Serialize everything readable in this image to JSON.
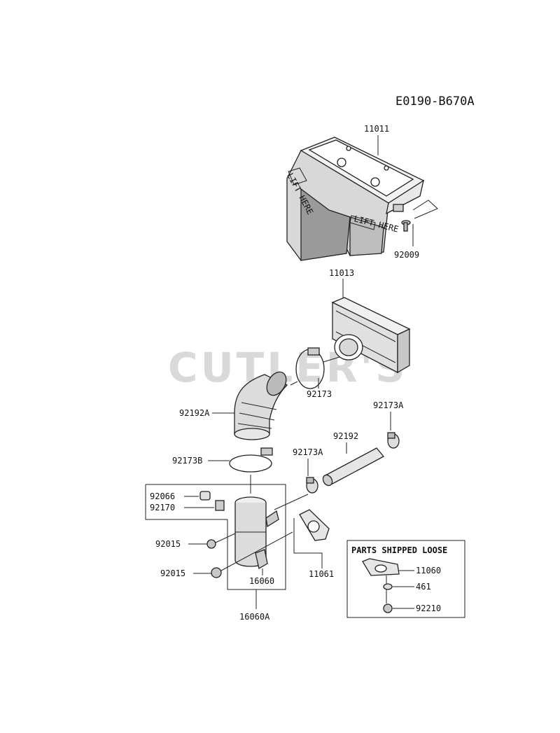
{
  "drawing_code": "E0190-B670A",
  "watermark": "CUTLER'S",
  "parts": {
    "p11011": "11011",
    "p92009": "92009",
    "p11013": "11013",
    "p92173": "92173",
    "p92192A": "92192A",
    "p92173A_right": "92173A",
    "p92192": "92192",
    "p92173A_left": "92173A",
    "p92173B": "92173B",
    "p92066": "92066",
    "p92170": "92170",
    "p92015_a": "92015",
    "p92015_b": "92015",
    "p16060": "16060",
    "p16060A": "16060A",
    "p11061": "11061"
  },
  "loose_box": {
    "title": "PARTS SHIPPED LOOSE",
    "p11060": "11060",
    "p461": "461",
    "p92210": "92210"
  },
  "decals": {
    "lift_here_left": "LIFT HERE",
    "lift_here_right": "LIFT HERE"
  }
}
